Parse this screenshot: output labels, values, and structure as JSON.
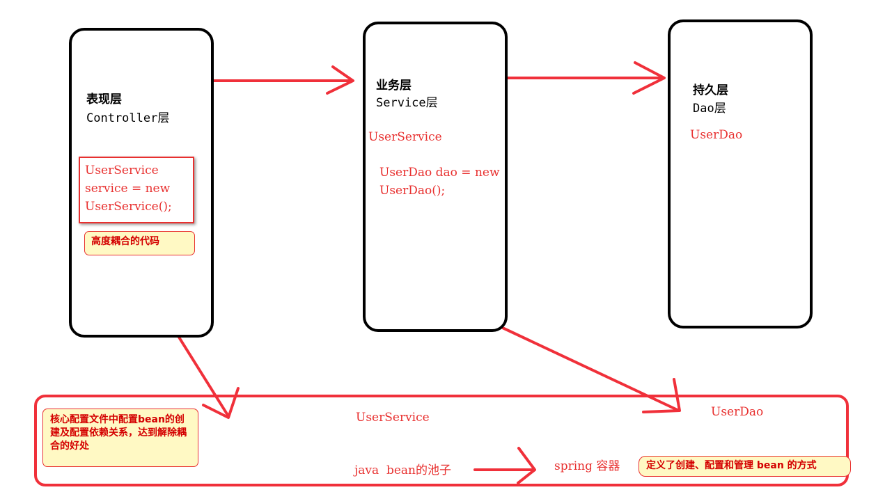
{
  "controller": {
    "title": "表现层",
    "subtitle": "Controller层",
    "code_line1": "UserService",
    "code_line2": "service = new",
    "code_line3": "UserService();",
    "note": "高度耦合的代码"
  },
  "service": {
    "title": "业务层",
    "subtitle": "Service层",
    "class_name": "UserService",
    "code_line1": "UserDao dao = new",
    "code_line2": "UserDao();"
  },
  "dao": {
    "title": "持久层",
    "subtitle": "Dao层",
    "class_name": "UserDao"
  },
  "container": {
    "note": "核心配置文件中配置bean的创建及配置依赖关系，达到解除耦合的好处",
    "bean_service": "UserService",
    "bean_dao": "UserDao",
    "pool_label": "java  bean的池子",
    "spring_label": "spring 容器",
    "definition_note": "定义了创建、配置和管理 bean 的方式"
  },
  "colors": {
    "arrow": "#f0303a",
    "code": "#e8302f",
    "note_bg": "#fff9c4",
    "box_border": "#000000"
  }
}
